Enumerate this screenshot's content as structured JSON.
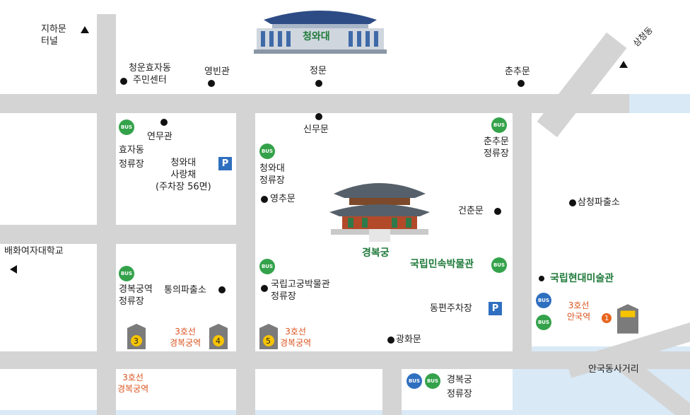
{
  "colors": {
    "background": "#d9e9f6",
    "road": "#d4d4d4",
    "block": "#ffffff",
    "palace_label": "#1f7a3a",
    "subway_label": "#d9531e",
    "bus": "#34a24a",
    "parking": "#2f6fbf"
  },
  "icons": {
    "bus": "BUS",
    "parking": "P"
  },
  "landmarks": {
    "cheongwadae": "청와대",
    "jahamun_tunnel": "지하문\n터널",
    "cheongunhyoja": "청운효자동\n주민센터",
    "yeongbingwan": "영빈관",
    "jeongmun": "정문",
    "chunchumun_top": "춘추문",
    "samcheongdong": "삼청동",
    "sinmumun": "신무문",
    "yeonmugwan": "연무관",
    "hyoja_stop": "효자동\n정류장",
    "cheongwadae_sarangchae": "청와대\n사랑채\n(주차장 56면)",
    "cheongwadae_stop": "청와대\n정류장",
    "chunchumun_stop": "춘추문\n정류장",
    "yeongchumun": "영추문",
    "geonchunmun": "건춘문",
    "samcheong_police": "삼청파출소",
    "ewha": "배화여자대학교",
    "gyeongbokgung": "경복궁",
    "folk_museum": "국립민속박물관",
    "mmca": "국립현대미술관",
    "gyeongbokgung_station_stop": "경복궁역\n정류장",
    "tongui_police": "통의파출소",
    "palace_museum_stop": "국립고궁박물관\n정류장",
    "east_parking": "동편주차장",
    "gwanghwamun": "광화문",
    "anguk_station": "3호선\n안국역",
    "anguk_crossroad": "안국동사거리",
    "gyeongbokgung_bus_stop": "경복궁\n정류장"
  },
  "subway_exits": [
    {
      "number": "3",
      "label": "3호선\n경복궁역"
    },
    {
      "number": "4",
      "label": "3호선\n경복궁역"
    },
    {
      "number": "5",
      "label": "3호선\n경복궁역"
    },
    {
      "number": "1",
      "label": "3호선\n안국역"
    }
  ]
}
